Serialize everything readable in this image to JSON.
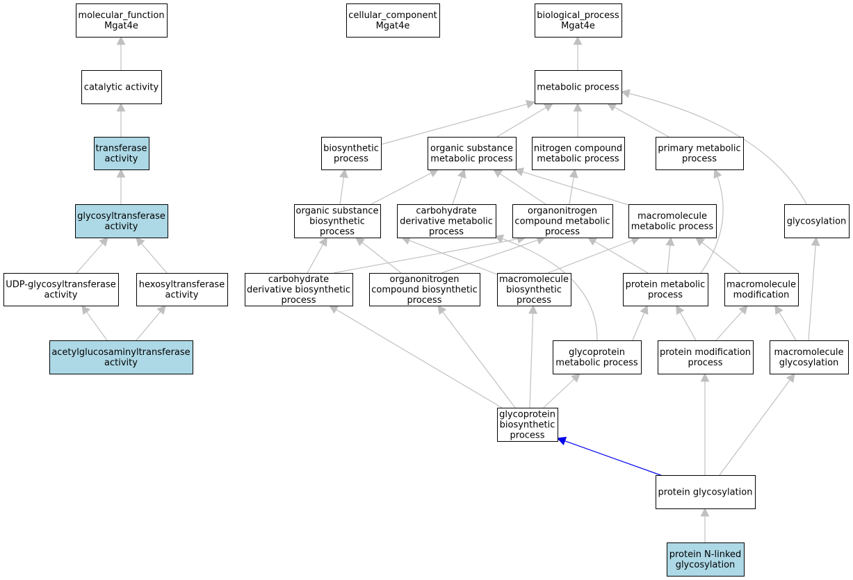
{
  "colors": {
    "node_fill": "#ffffff",
    "highlight_fill": "#add8e6",
    "edge": "#c0c0c0",
    "edge_highlight": "#0000ee",
    "border": "#000000"
  },
  "nodes": [
    {
      "id": "mf_root",
      "lines": [
        "molecular_function",
        "Mgat4e"
      ],
      "highlight": false
    },
    {
      "id": "cc_root",
      "lines": [
        "cellular_component",
        "Mgat4e"
      ],
      "highlight": false
    },
    {
      "id": "bp_root",
      "lines": [
        "biological_process",
        "Mgat4e"
      ],
      "highlight": false
    },
    {
      "id": "catalytic",
      "lines": [
        "catalytic activity"
      ],
      "highlight": false
    },
    {
      "id": "transferase",
      "lines": [
        "transferase",
        "activity"
      ],
      "highlight": true
    },
    {
      "id": "glycosyltransferase",
      "lines": [
        "glycosyltransferase",
        "activity"
      ],
      "highlight": true
    },
    {
      "id": "udp_glycosyltransferase",
      "lines": [
        "UDP-glycosyltransferase",
        "activity"
      ],
      "highlight": false
    },
    {
      "id": "hexosyltransferase",
      "lines": [
        "hexosyltransferase",
        "activity"
      ],
      "highlight": false
    },
    {
      "id": "acetylglucosaminyltransferase",
      "lines": [
        "acetylglucosaminyltransferase",
        "activity"
      ],
      "highlight": true
    },
    {
      "id": "metabolic",
      "lines": [
        "metabolic process"
      ],
      "highlight": false
    },
    {
      "id": "biosynthetic",
      "lines": [
        "biosynthetic",
        "process"
      ],
      "highlight": false
    },
    {
      "id": "org_sub_metabolic",
      "lines": [
        "organic substance",
        "metabolic process"
      ],
      "highlight": false
    },
    {
      "id": "nitrogen_compound",
      "lines": [
        "nitrogen compound",
        "metabolic process"
      ],
      "highlight": false
    },
    {
      "id": "primary_metabolic",
      "lines": [
        "primary metabolic",
        "process"
      ],
      "highlight": false
    },
    {
      "id": "org_sub_biosynthetic",
      "lines": [
        "organic substance",
        "biosynthetic",
        "process"
      ],
      "highlight": false
    },
    {
      "id": "carb_deriv_metabolic",
      "lines": [
        "carbohydrate",
        "derivative metabolic",
        "process"
      ],
      "highlight": false
    },
    {
      "id": "organonitrogen_metabolic",
      "lines": [
        "organonitrogen",
        "compound metabolic",
        "process"
      ],
      "highlight": false
    },
    {
      "id": "macromolecule_metabolic",
      "lines": [
        "macromolecule",
        "metabolic process"
      ],
      "highlight": false
    },
    {
      "id": "glycosylation",
      "lines": [
        "glycosylation"
      ],
      "highlight": false
    },
    {
      "id": "carb_deriv_biosynthetic",
      "lines": [
        "carbohydrate",
        "derivative biosynthetic",
        "process"
      ],
      "highlight": false
    },
    {
      "id": "organonitrogen_biosynthetic",
      "lines": [
        "organonitrogen",
        "compound biosynthetic",
        "process"
      ],
      "highlight": false
    },
    {
      "id": "macromolecule_biosynthetic",
      "lines": [
        "macromolecule",
        "biosynthetic",
        "process"
      ],
      "highlight": false
    },
    {
      "id": "protein_metabolic",
      "lines": [
        "protein metabolic",
        "process"
      ],
      "highlight": false
    },
    {
      "id": "macromolecule_modification",
      "lines": [
        "macromolecule",
        "modification"
      ],
      "highlight": false
    },
    {
      "id": "glycoprotein_metabolic",
      "lines": [
        "glycoprotein",
        "metabolic process"
      ],
      "highlight": false
    },
    {
      "id": "protein_modification",
      "lines": [
        "protein modification",
        "process"
      ],
      "highlight": false
    },
    {
      "id": "macromolecule_glycosylation",
      "lines": [
        "macromolecule",
        "glycosylation"
      ],
      "highlight": false
    },
    {
      "id": "glycoprotein_biosynthetic",
      "lines": [
        "glycoprotein",
        "biosynthetic",
        "process"
      ],
      "highlight": false
    },
    {
      "id": "protein_glycosylation",
      "lines": [
        "protein glycosylation"
      ],
      "highlight": false
    },
    {
      "id": "protein_n_linked",
      "lines": [
        "protein N-linked",
        "glycosylation"
      ],
      "highlight": true
    }
  ],
  "edges": [
    {
      "from": "catalytic",
      "to": "mf_root",
      "highlight": false
    },
    {
      "from": "transferase",
      "to": "catalytic",
      "highlight": false
    },
    {
      "from": "glycosyltransferase",
      "to": "transferase",
      "highlight": false
    },
    {
      "from": "udp_glycosyltransferase",
      "to": "glycosyltransferase",
      "highlight": false
    },
    {
      "from": "hexosyltransferase",
      "to": "glycosyltransferase",
      "highlight": false
    },
    {
      "from": "acetylglucosaminyltransferase",
      "to": "udp_glycosyltransferase",
      "highlight": false
    },
    {
      "from": "acetylglucosaminyltransferase",
      "to": "hexosyltransferase",
      "highlight": false
    },
    {
      "from": "metabolic",
      "to": "bp_root",
      "highlight": false
    },
    {
      "from": "biosynthetic",
      "to": "metabolic",
      "highlight": false
    },
    {
      "from": "org_sub_metabolic",
      "to": "metabolic",
      "highlight": false
    },
    {
      "from": "nitrogen_compound",
      "to": "metabolic",
      "highlight": false
    },
    {
      "from": "primary_metabolic",
      "to": "metabolic",
      "highlight": false
    },
    {
      "from": "glycosylation",
      "to": "metabolic",
      "highlight": false
    },
    {
      "from": "org_sub_biosynthetic",
      "to": "biosynthetic",
      "highlight": false
    },
    {
      "from": "org_sub_biosynthetic",
      "to": "org_sub_metabolic",
      "highlight": false
    },
    {
      "from": "carb_deriv_metabolic",
      "to": "org_sub_metabolic",
      "highlight": false
    },
    {
      "from": "organonitrogen_metabolic",
      "to": "org_sub_metabolic",
      "highlight": false
    },
    {
      "from": "organonitrogen_metabolic",
      "to": "nitrogen_compound",
      "highlight": false
    },
    {
      "from": "macromolecule_metabolic",
      "to": "org_sub_metabolic",
      "highlight": false
    },
    {
      "from": "carb_deriv_biosynthetic",
      "to": "org_sub_biosynthetic",
      "highlight": false
    },
    {
      "from": "carb_deriv_biosynthetic",
      "to": "organonitrogen_metabolic",
      "highlight": false
    },
    {
      "from": "organonitrogen_biosynthetic",
      "to": "org_sub_biosynthetic",
      "highlight": false
    },
    {
      "from": "organonitrogen_biosynthetic",
      "to": "organonitrogen_metabolic",
      "highlight": false
    },
    {
      "from": "macromolecule_biosynthetic",
      "to": "carb_deriv_metabolic",
      "highlight": false
    },
    {
      "from": "macromolecule_biosynthetic",
      "to": "macromolecule_metabolic",
      "highlight": false
    },
    {
      "from": "protein_metabolic",
      "to": "organonitrogen_metabolic",
      "highlight": false
    },
    {
      "from": "protein_metabolic",
      "to": "macromolecule_metabolic",
      "highlight": false
    },
    {
      "from": "protein_metabolic",
      "to": "primary_metabolic",
      "highlight": false
    },
    {
      "from": "macromolecule_modification",
      "to": "macromolecule_metabolic",
      "highlight": false
    },
    {
      "from": "glycoprotein_metabolic",
      "to": "organonitrogen_metabolic",
      "highlight": false
    },
    {
      "from": "glycoprotein_metabolic",
      "to": "protein_metabolic",
      "highlight": false
    },
    {
      "from": "protein_modification",
      "to": "protein_metabolic",
      "highlight": false
    },
    {
      "from": "protein_modification",
      "to": "macromolecule_modification",
      "highlight": false
    },
    {
      "from": "macromolecule_glycosylation",
      "to": "macromolecule_modification",
      "highlight": false
    },
    {
      "from": "macromolecule_glycosylation",
      "to": "glycosylation",
      "highlight": false
    },
    {
      "from": "glycoprotein_biosynthetic",
      "to": "carb_deriv_biosynthetic",
      "highlight": false
    },
    {
      "from": "glycoprotein_biosynthetic",
      "to": "organonitrogen_biosynthetic",
      "highlight": false
    },
    {
      "from": "glycoprotein_biosynthetic",
      "to": "macromolecule_biosynthetic",
      "highlight": false
    },
    {
      "from": "glycoprotein_biosynthetic",
      "to": "glycoprotein_metabolic",
      "highlight": false
    },
    {
      "from": "protein_glycosylation",
      "to": "glycoprotein_biosynthetic",
      "highlight": true
    },
    {
      "from": "protein_glycosylation",
      "to": "protein_modification",
      "highlight": false
    },
    {
      "from": "protein_glycosylation",
      "to": "macromolecule_glycosylation",
      "highlight": false
    },
    {
      "from": "protein_n_linked",
      "to": "protein_glycosylation",
      "highlight": false
    }
  ]
}
